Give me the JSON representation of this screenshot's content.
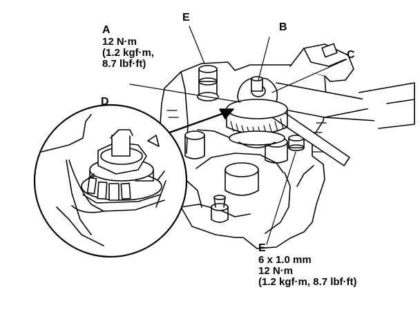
{
  "callouts": {
    "a": {
      "letter": "A",
      "lines": [
        "12 N·m",
        "(1.2 kgf·m,",
        "8.7 lbf·ft)"
      ]
    },
    "b": {
      "letter": "B"
    },
    "c": {
      "letter": "C"
    },
    "d": {
      "letter": "D"
    },
    "e_top": {
      "letter": "E"
    },
    "e_bottom": {
      "letter": "E",
      "lines": [
        "6 x 1.0 mm",
        "12 N·m",
        "(1.2 kgf·m, 8.7 lbf·ft)"
      ]
    }
  },
  "colors": {
    "ink": "#000000",
    "paper": "#ffffff",
    "shade": "#dcdcdc"
  }
}
